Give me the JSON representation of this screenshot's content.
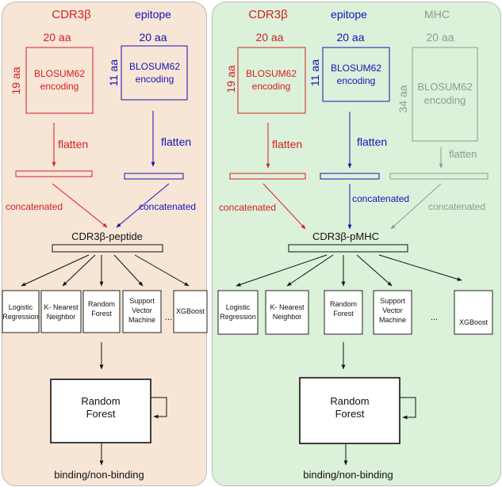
{
  "left": {
    "cdr3b": {
      "title": "CDR3β",
      "cols": "20 aa",
      "rows": "19 aa",
      "box_line1": "BLOSUM62",
      "box_line2": "encoding",
      "flatten": "flatten"
    },
    "epitope": {
      "title": "epitope",
      "cols": "20 aa",
      "rows": "11 aa",
      "box_line1": "BLOSUM62",
      "box_line2": "encoding",
      "flatten": "flatten"
    },
    "concat_left": "concatenated",
    "concat_right": "concatenated",
    "vector_label": "CDR3β-peptide",
    "models": [
      {
        "line1": "Logistic",
        "line2": "Regression",
        "line3": ""
      },
      {
        "line1": "K- Nearest",
        "line2": "Neighbor",
        "line3": ""
      },
      {
        "line1": "Random",
        "line2": "Forest",
        "line3": ""
      },
      {
        "line1": "Support",
        "line2": "Vector",
        "line3": "Machine"
      },
      {
        "line1": "XGBoost",
        "line2": "",
        "line3": ""
      }
    ],
    "ellipsis": "...",
    "meta": {
      "line1": "Random",
      "line2": "Forest"
    },
    "output": "binding/non-binding"
  },
  "right": {
    "cdr3b": {
      "title": "CDR3β",
      "cols": "20 aa",
      "rows": "19 aa",
      "box_line1": "BLOSUM62",
      "box_line2": "encoding",
      "flatten": "flatten"
    },
    "epitope": {
      "title": "epitope",
      "cols": "20 aa",
      "rows": "11 aa",
      "box_line1": "BLOSUM62",
      "box_line2": "encoding",
      "flatten": "flatten"
    },
    "mhc": {
      "title": "MHC",
      "cols": "20 aa",
      "rows": "34 aa",
      "box_line1": "BLOSUM62",
      "box_line2": "encoding",
      "flatten": "flatten"
    },
    "concat_left": "concatenated",
    "concat_mid": "concatenated",
    "concat_right": "concatenated",
    "vector_label": "CDR3β-pMHC",
    "models": [
      {
        "line1": "Logistic",
        "line2": "Regression",
        "line3": ""
      },
      {
        "line1": "K- Nearest",
        "line2": "Neighbor",
        "line3": ""
      },
      {
        "line1": "Random",
        "line2": "Forest",
        "line3": ""
      },
      {
        "line1": "Support",
        "line2": "Vector",
        "line3": "Machine"
      },
      {
        "line1": "XGBoost",
        "line2": "",
        "line3": ""
      }
    ],
    "ellipsis": "...",
    "meta": {
      "line1": "Random",
      "line2": "Forest"
    },
    "output": "binding/non-binding"
  },
  "colors": {
    "cdr3b": "#d42020",
    "epitope": "#1414b8",
    "mhc": "#8f9a8f",
    "left_bg": "#f7e5d6",
    "right_bg": "#dcf1d9"
  }
}
